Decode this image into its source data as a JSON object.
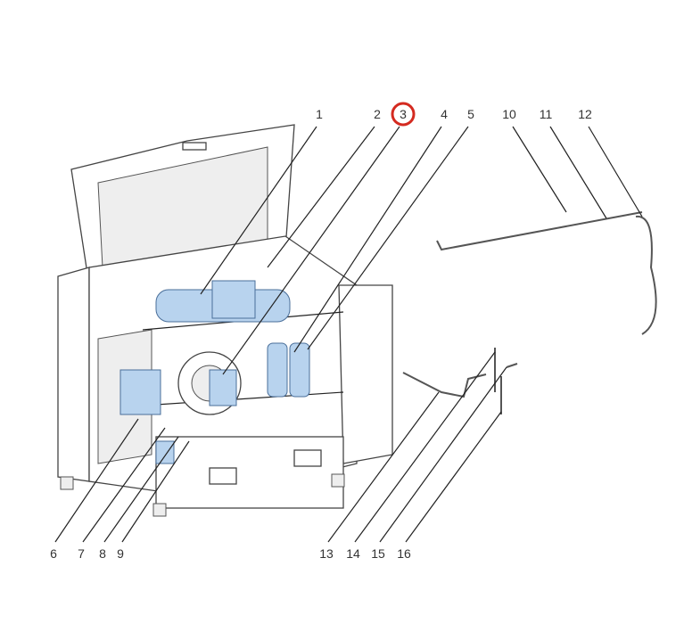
{
  "callouts_top": [
    "1",
    "2",
    "3",
    "4",
    "5",
    "10",
    "11",
    "12"
  ],
  "callouts_bottom": [
    "6",
    "7",
    "8",
    "9",
    "13",
    "14",
    "15",
    "16"
  ],
  "highlighted_callout": "3",
  "colors": {
    "highlight": "#d42a20",
    "component_blue": "#b8d3ee"
  }
}
